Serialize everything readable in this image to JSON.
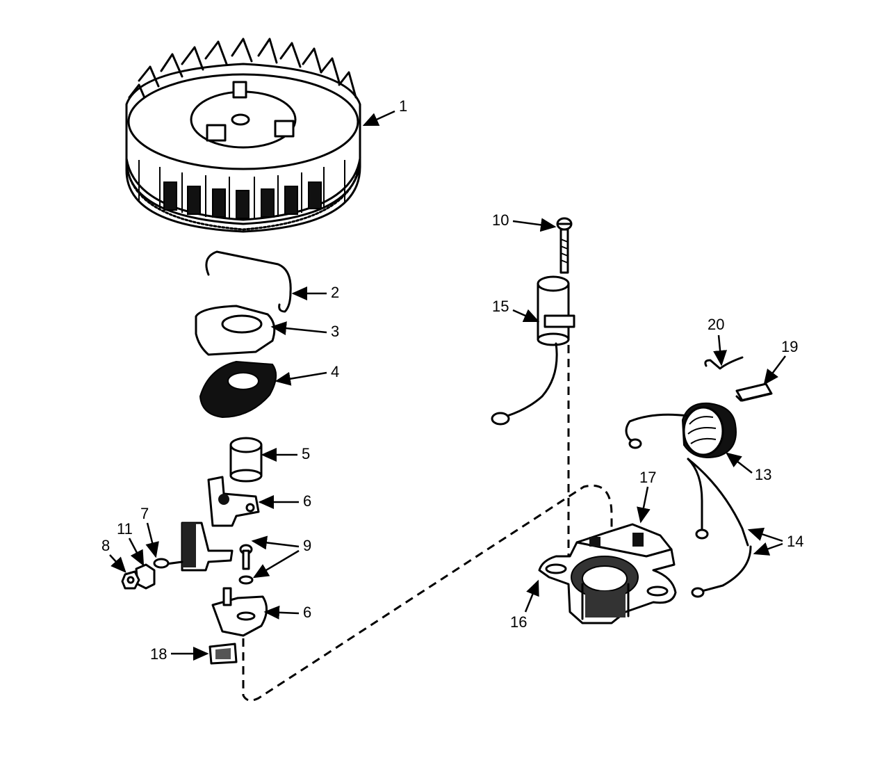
{
  "labels": {
    "p1": "1",
    "p2": "2",
    "p3": "3",
    "p4": "4",
    "p5": "5",
    "p6a": "6",
    "p6b": "6",
    "p7": "7",
    "p8": "8",
    "p9": "9",
    "p10": "10",
    "p11": "11",
    "p13": "13",
    "p14": "14",
    "p15": "15",
    "p16": "16",
    "p17": "17",
    "p18": "18",
    "p19": "19",
    "p20": "20"
  },
  "colors": {
    "ink": "#000000",
    "paper": "#ffffff"
  }
}
